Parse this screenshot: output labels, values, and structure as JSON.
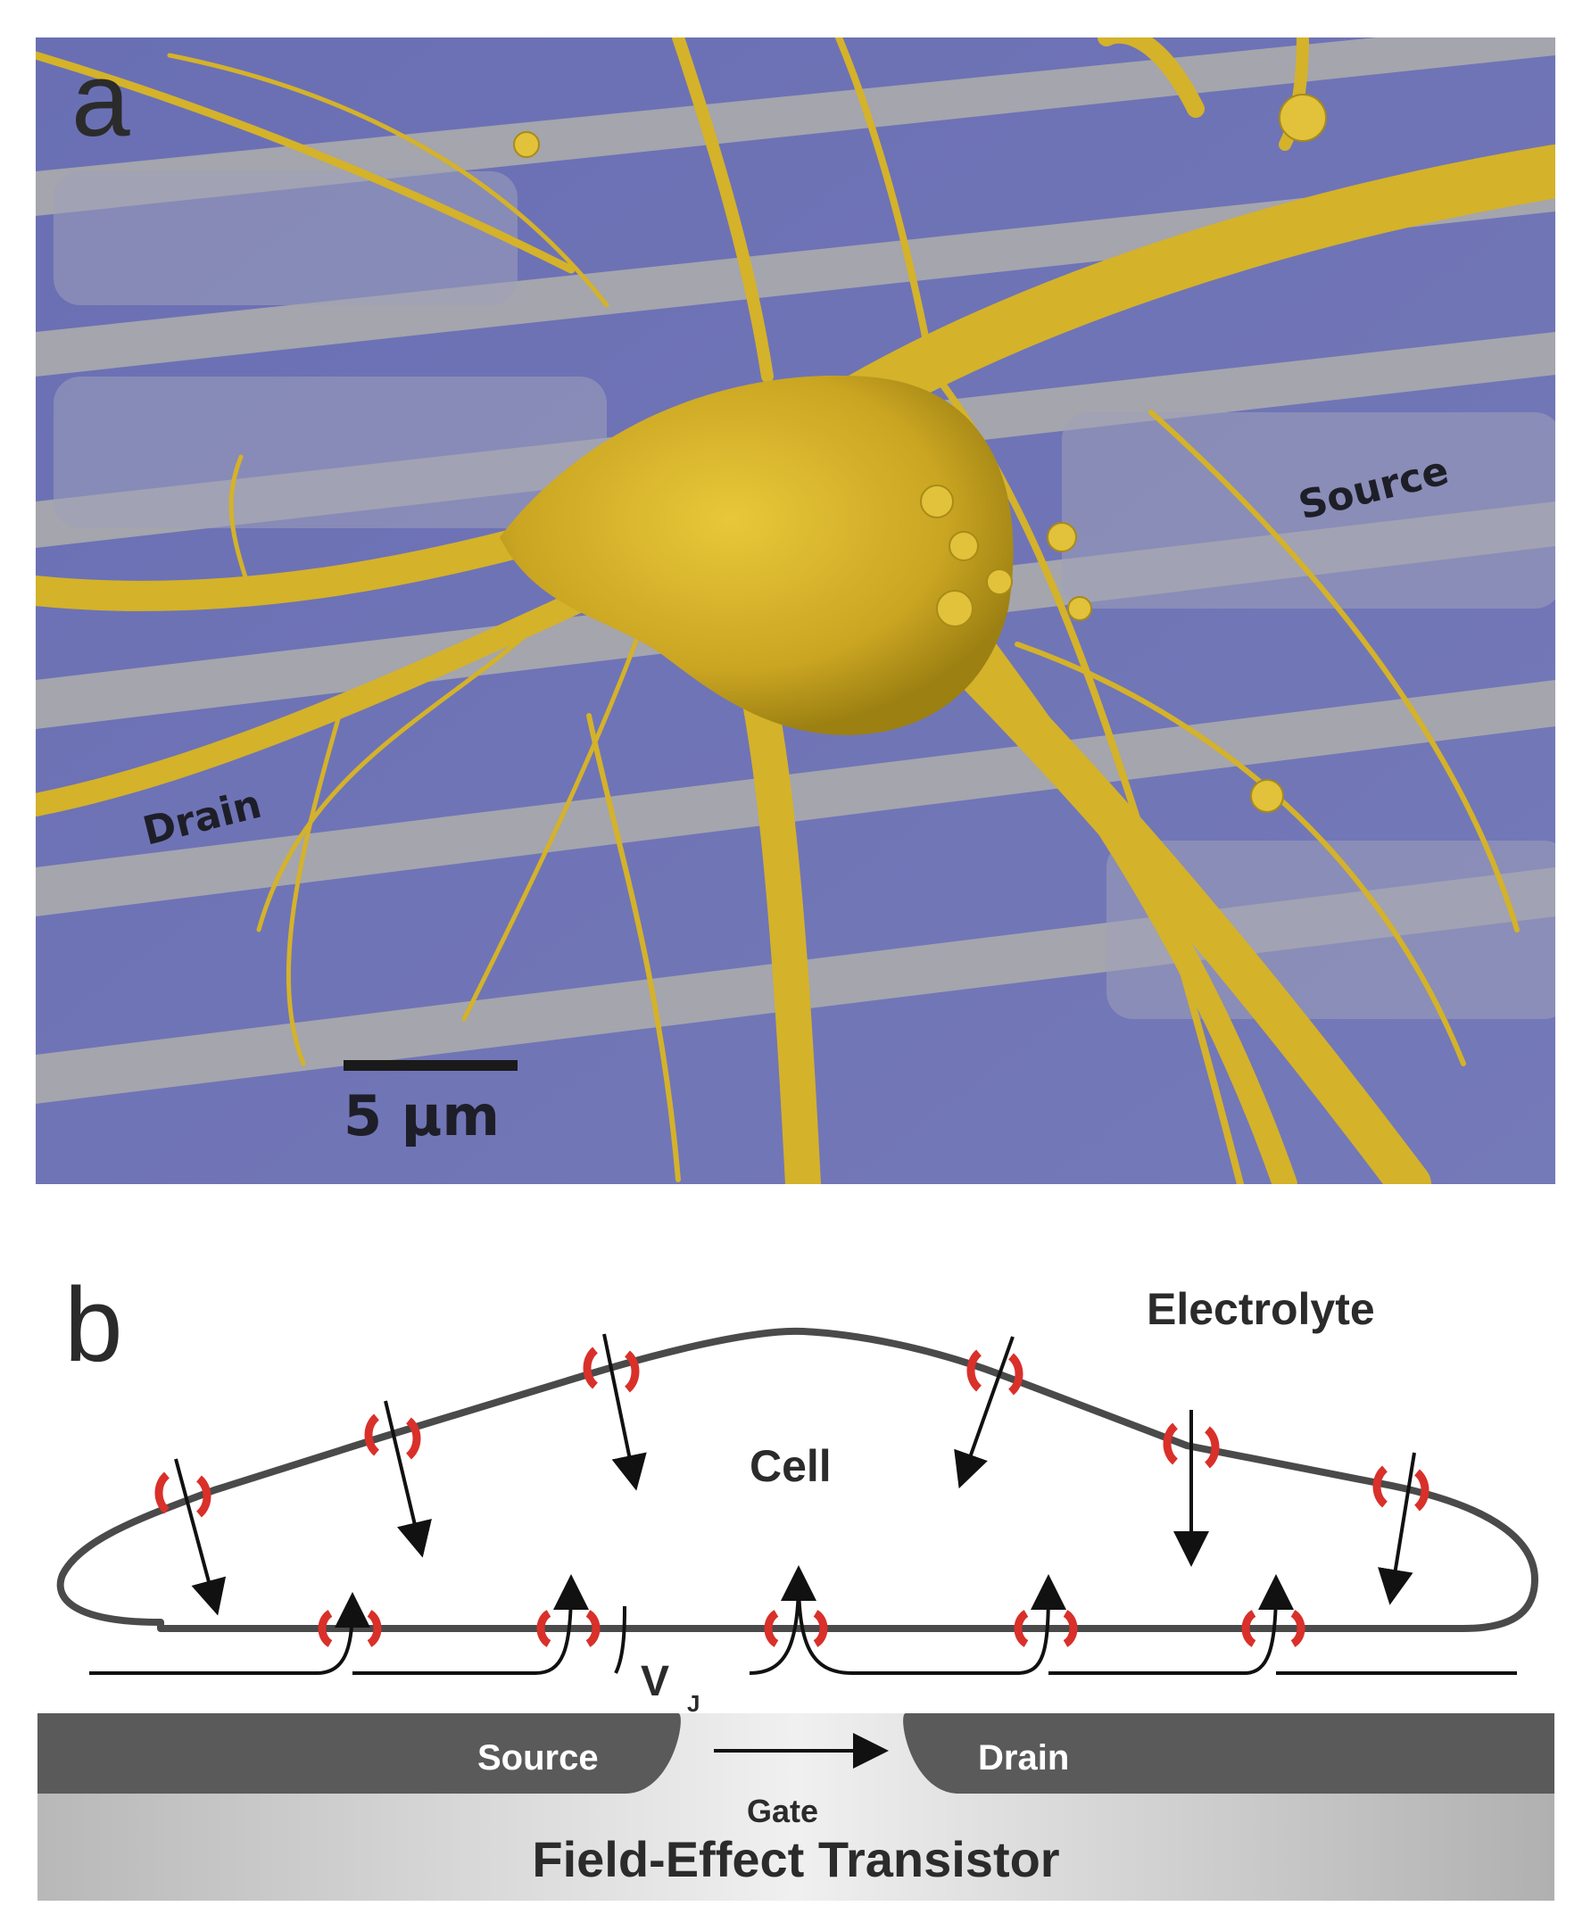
{
  "panel_a": {
    "letter": "a",
    "label_source": "Source",
    "label_drain": "Drain",
    "scale_bar": "5 μm",
    "colors": {
      "substrate": "#6f73b5",
      "electrode": "#a9a9ab",
      "neuron": "#d9b628",
      "neuron_shadow": "#9c8012"
    }
  },
  "panel_b": {
    "letter": "b",
    "electrolyte": "Electrolyte",
    "cell": "Cell",
    "vj_main": "V",
    "vj_sub": "J",
    "source": "Source",
    "drain": "Drain",
    "gate": "Gate",
    "transistor": "Field-Effect Transistor",
    "colors": {
      "channel": "#d9302a",
      "membrane": "#4a4a4a",
      "electrode": "#5a5a5a"
    }
  }
}
